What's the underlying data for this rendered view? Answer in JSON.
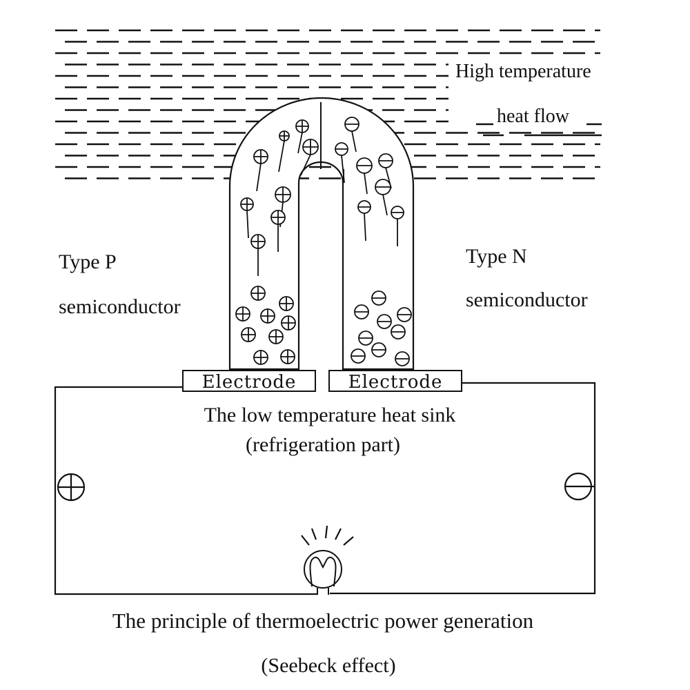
{
  "diagram": {
    "heat_flow_line1": "High temperature",
    "heat_flow_line2": "heat flow",
    "p_type_line1": "Type P",
    "p_type_line2": "semiconductor",
    "n_type_line1": "Type N",
    "n_type_line2": "semiconductor",
    "electrode_left": "Electrode",
    "electrode_right": "Electrode",
    "heat_sink_line1": "The low temperature heat sink",
    "heat_sink_line2": "(refrigeration part)",
    "caption_line1": "The principle of thermoelectric power generation",
    "caption_line2": "(Seebeck effect)"
  },
  "colors": {
    "ink": "#111111",
    "background": "#ffffff"
  },
  "icons": {
    "positive_terminal": "plus-terminal-icon",
    "negative_terminal": "minus-terminal-icon",
    "lamp": "light-bulb-icon",
    "hole_carrier": "plus-circle-icon",
    "electron_carrier": "minus-circle-icon"
  }
}
